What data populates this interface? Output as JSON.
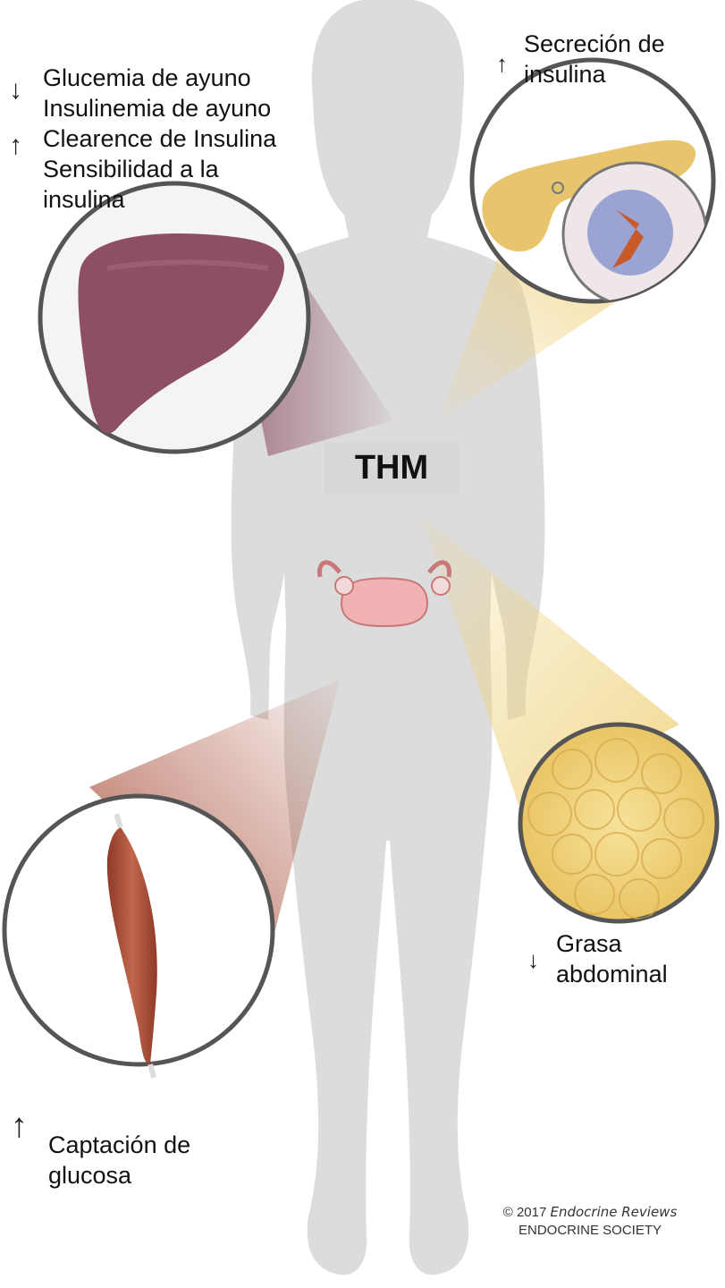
{
  "labels": {
    "liver_top": [
      "Glucemia de ayuno",
      "Insulinemia de ayuno",
      "Clearence de Insulina",
      "Sensibilidad a la",
      "insulina"
    ],
    "pancreas": [
      "Secreción de",
      "insulina"
    ],
    "fat": [
      "Grasa",
      "abdominal"
    ],
    "muscle": [
      "Captación de",
      "glucosa"
    ],
    "center": "THM"
  },
  "arrows": {
    "down": "↓",
    "up": "↑"
  },
  "credit": {
    "year": "© 2017",
    "journal": "Endocrine Reviews",
    "society": "ENDOCRINE SOCIETY"
  },
  "colors": {
    "silhouette": "#dcdcdc",
    "liver": "#8e4f66",
    "pancreas": "#e8c56c",
    "fat": "#f1d27a",
    "muscle": "#a64a34",
    "uterus": "#e9a9a9",
    "thm_box": "#d7d7d7"
  },
  "icons": [
    "liver-icon",
    "pancreas-icon",
    "uterus-icon",
    "adipose-tissue-icon",
    "muscle-icon"
  ]
}
